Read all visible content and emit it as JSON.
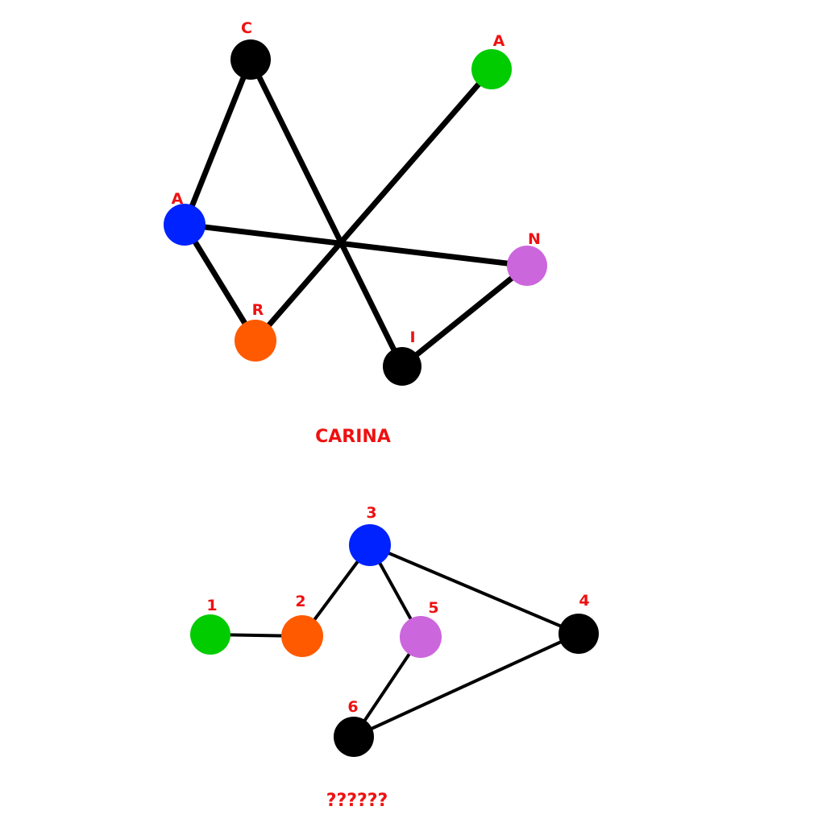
{
  "colors": {
    "label": "#ee1111",
    "edge": "#000000",
    "green": "#00cc00",
    "blue": "#0022ff",
    "orange": "#ff5a00",
    "violet": "#cc66dd",
    "black": "#000000"
  },
  "graph1": {
    "caption": "CARINA",
    "nodes": [
      {
        "id": "c",
        "label": "C",
        "color": "black"
      },
      {
        "id": "a_top",
        "label": "A",
        "color": "green"
      },
      {
        "id": "a_left",
        "label": "A",
        "color": "blue"
      },
      {
        "id": "n",
        "label": "N",
        "color": "violet"
      },
      {
        "id": "r",
        "label": "R",
        "color": "orange"
      },
      {
        "id": "i",
        "label": "I",
        "color": "black"
      }
    ],
    "edges": [
      [
        "c",
        "a_left"
      ],
      [
        "c",
        "i"
      ],
      [
        "a_top",
        "r"
      ],
      [
        "a_left",
        "n"
      ],
      [
        "a_left",
        "r"
      ],
      [
        "n",
        "i"
      ]
    ]
  },
  "graph2": {
    "caption": "??????",
    "nodes": [
      {
        "id": "n1",
        "label": "1",
        "color": "green"
      },
      {
        "id": "n2",
        "label": "2",
        "color": "orange"
      },
      {
        "id": "n3",
        "label": "3",
        "color": "blue"
      },
      {
        "id": "n4",
        "label": "4",
        "color": "black"
      },
      {
        "id": "n5",
        "label": "5",
        "color": "violet"
      },
      {
        "id": "n6",
        "label": "6",
        "color": "black"
      }
    ],
    "edges": [
      [
        "n1",
        "n2"
      ],
      [
        "n2",
        "n3"
      ],
      [
        "n3",
        "n5"
      ],
      [
        "n3",
        "n4"
      ],
      [
        "n5",
        "n6"
      ],
      [
        "n6",
        "n4"
      ]
    ]
  }
}
